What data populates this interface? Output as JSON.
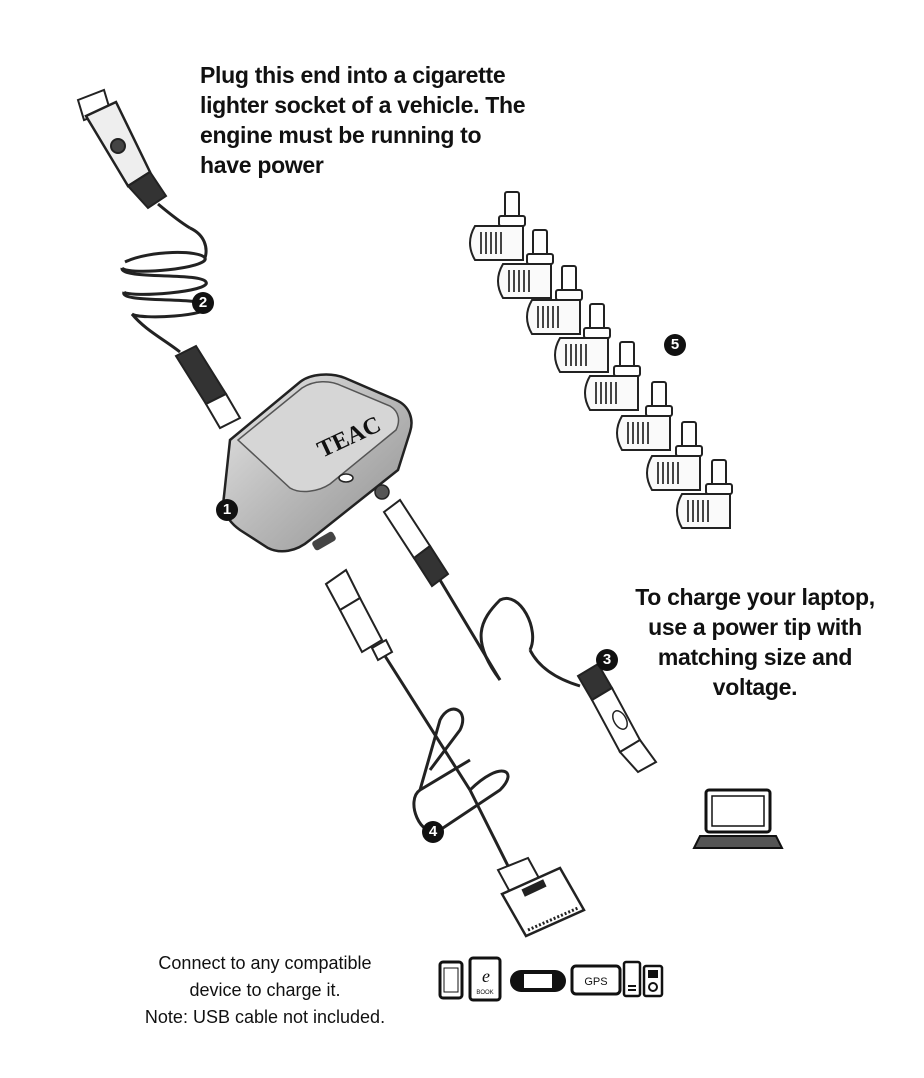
{
  "callouts": {
    "top": "Plug this end into a cigarette lighter socket of a vehicle. The engine must be running to have power",
    "right": "To charge your laptop, use a power tip with matching size and voltage.",
    "bottom_line1": "Connect to any compatible",
    "bottom_line2": "device to charge it.",
    "bottom_line3": "Note: USB cable not included."
  },
  "brand": "TEAC",
  "markers": [
    "1",
    "2",
    "3",
    "4",
    "5"
  ],
  "device_icons": {
    "ebook_letter": "e",
    "ebook_caption": "BOOK",
    "gps_label": "GPS"
  },
  "icons": [
    "phone-icon",
    "ebook-icon",
    "handheld-game-icon",
    "gps-icon",
    "mp3-player-icon",
    "ipod-icon",
    "laptop-icon"
  ]
}
